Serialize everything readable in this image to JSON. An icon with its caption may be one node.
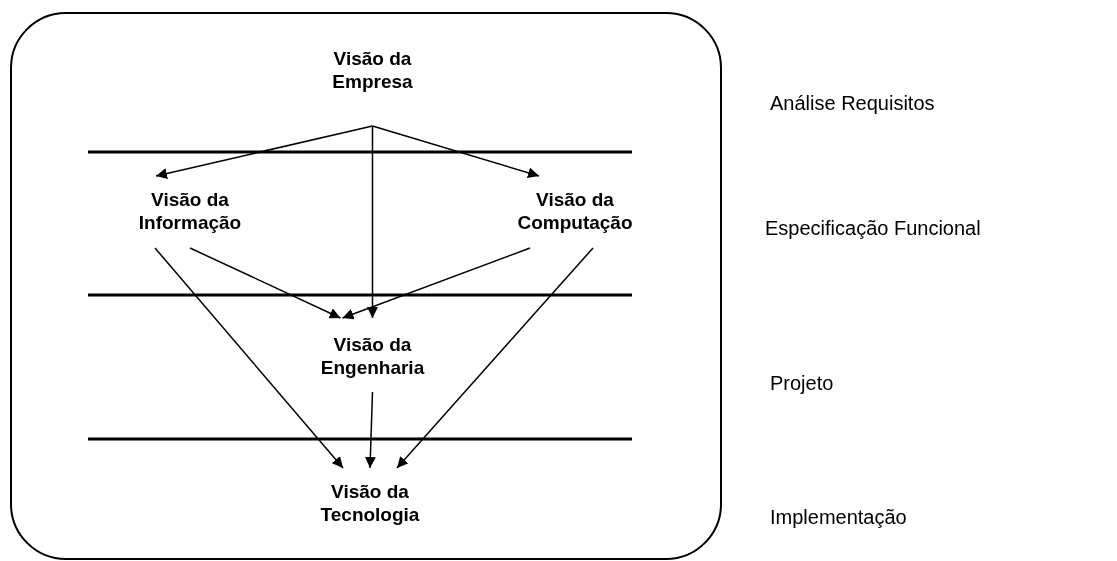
{
  "diagram": {
    "nodes": [
      {
        "text": [],
        "shape": "box"
      },
      {
        "text": [
          "Visão da Empresa"
        ],
        "in": 0
      },
      {
        "text": [
          "Visão da Informação"
        ],
        "in": 0
      },
      {
        "text": [
          "Visão da Computação"
        ],
        "in": 0
      },
      {
        "text": [
          "Visão da Engenharia"
        ],
        "in": 0
      },
      {
        "text": [
          "Visão da Tecnologia"
        ],
        "in": 0
      }
    ],
    "edges": [
      {
        "from": 1,
        "to": 2,
        "arrow": "to"
      },
      {
        "from": 1,
        "to": 3,
        "arrow": "to"
      },
      {
        "from": 1,
        "to": 4,
        "arrow": "to"
      },
      {
        "from": 2,
        "to": 4,
        "arrow": "to"
      },
      {
        "from": 3,
        "to": 4,
        "arrow": "to"
      },
      {
        "from": 2,
        "to": 5,
        "arrow": "to"
      },
      {
        "from": 4,
        "to": 5,
        "arrow": "to"
      },
      {
        "from": 3,
        "to": 5,
        "arrow": "to"
      }
    ],
    "labels": [
      "Análise Requisitos",
      "Especificação Funcional",
      "Projeto",
      "Implementação"
    ]
  }
}
